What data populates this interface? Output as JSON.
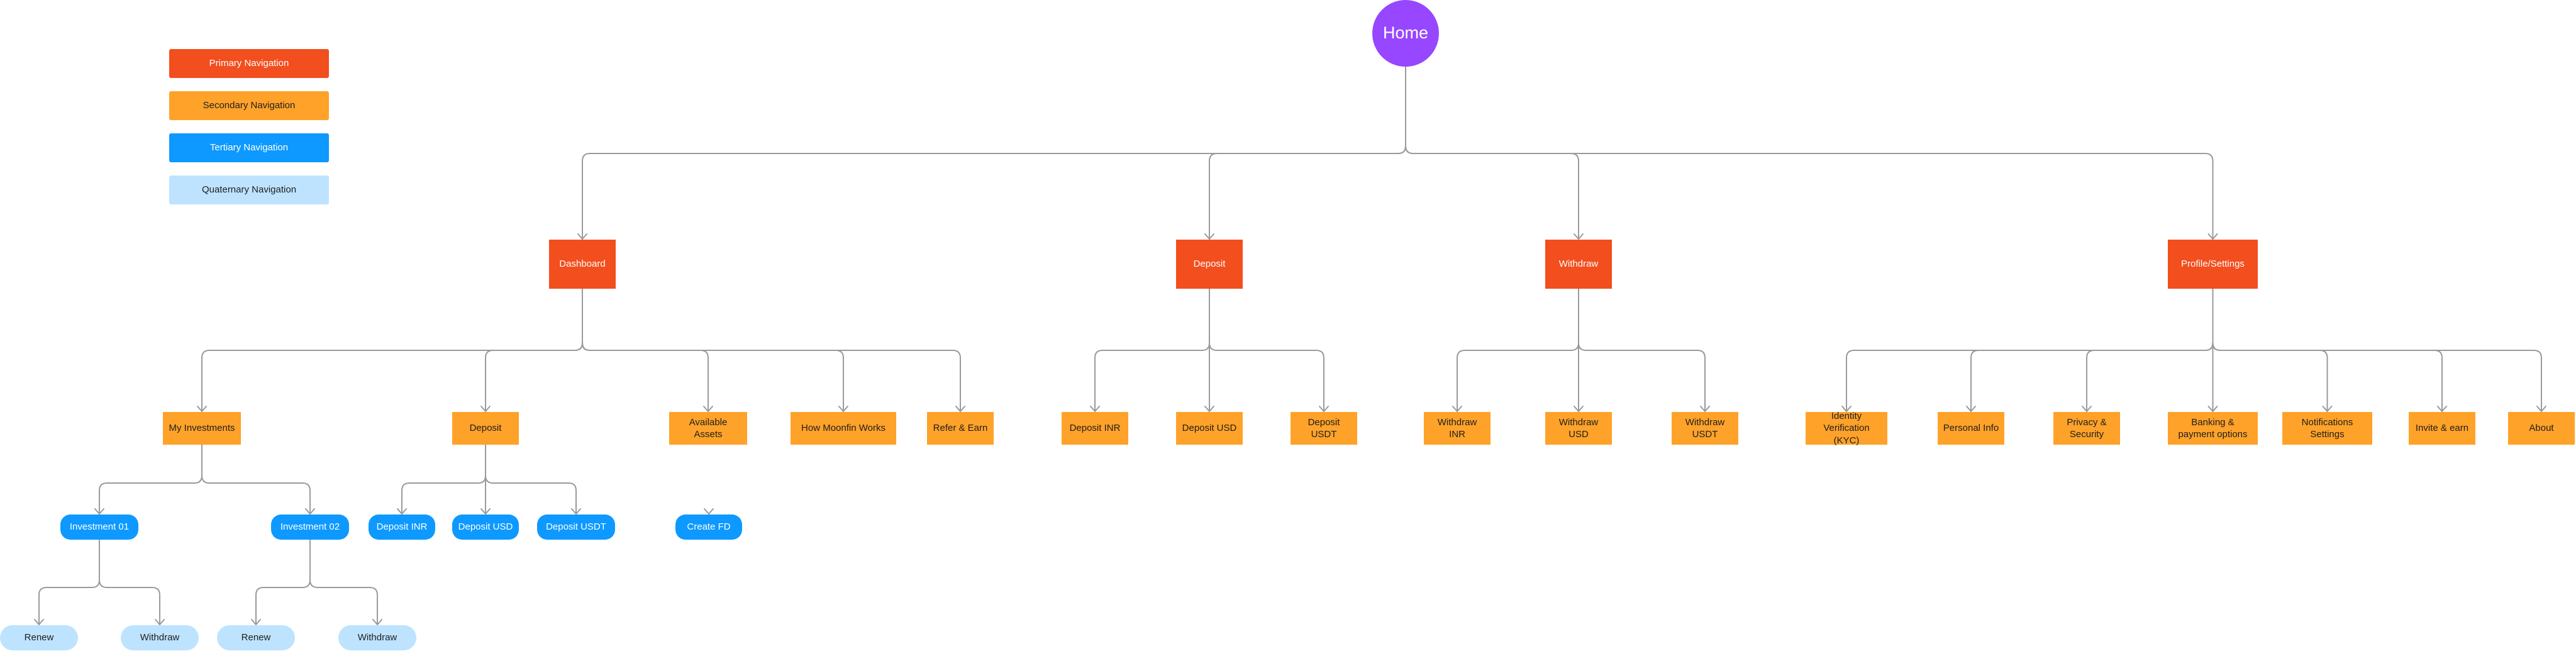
{
  "colors": {
    "root": "#9747ff",
    "primary": "#f24e1e",
    "secondary": "#ffa229",
    "tertiary": "#0d99ff",
    "quaternary": "#bde3ff",
    "edge": "#9a9a9a",
    "text_light": "#ffffff",
    "text_dark": "#1e1e1e"
  },
  "legend": [
    {
      "label": "Primary Navigation",
      "level": "primary"
    },
    {
      "label": "Secondary Navigation",
      "level": "secondary"
    },
    {
      "label": "Tertiary Navigation",
      "level": "tertiary"
    },
    {
      "label": "Quaternary Navigation",
      "level": "quaternary"
    }
  ],
  "tree": {
    "label": "Home",
    "children": [
      {
        "label": "Dashboard",
        "children": [
          {
            "label": "My Investments",
            "children": [
              {
                "label": "Investment 01",
                "children": [
                  {
                    "label": "Renew"
                  },
                  {
                    "label": "Withdraw"
                  }
                ]
              },
              {
                "label": "Investment 02",
                "children": [
                  {
                    "label": "Renew"
                  },
                  {
                    "label": "Withdraw"
                  }
                ]
              }
            ]
          },
          {
            "label": "Deposit",
            "children": [
              {
                "label": "Deposit INR"
              },
              {
                "label": "Deposit USD"
              },
              {
                "label": "Deposit USDT"
              }
            ]
          },
          {
            "label": "Available Assets",
            "children": [
              {
                "label": "Create FD"
              }
            ]
          },
          {
            "label": "How Moonfin Works"
          },
          {
            "label": "Refer & Earn"
          }
        ]
      },
      {
        "label": "Deposit",
        "children": [
          {
            "label": "Deposit INR"
          },
          {
            "label": "Deposit USD"
          },
          {
            "label": "Deposit USDT"
          }
        ]
      },
      {
        "label": "Withdraw",
        "children": [
          {
            "label": "Withdraw INR"
          },
          {
            "label": "Withdraw USD"
          },
          {
            "label": "Withdraw USDT"
          }
        ]
      },
      {
        "label": "Profile/Settings",
        "children": [
          {
            "label": "Identity Verification (KYC)"
          },
          {
            "label": "Personal Info"
          },
          {
            "label": "Privacy & Security"
          },
          {
            "label": "Banking & payment options"
          },
          {
            "label": "Notifications Settings"
          },
          {
            "label": "Invite & earn"
          },
          {
            "label": "About"
          }
        ]
      }
    ]
  }
}
